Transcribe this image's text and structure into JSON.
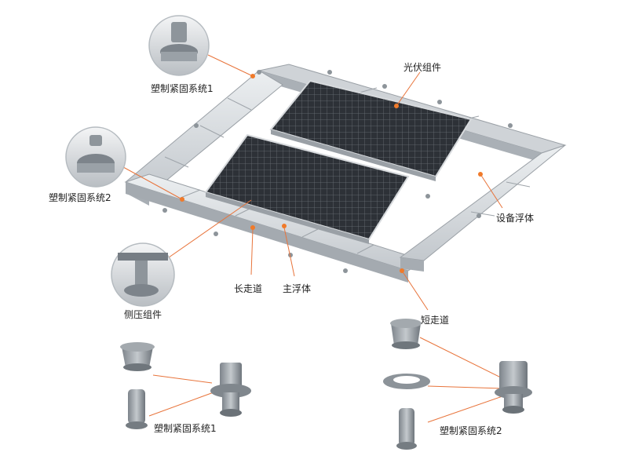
{
  "labels": {
    "tight_system_1_top": "塑制紧固系统1",
    "tight_system_2_left": "塑制紧固系统2",
    "side_press": "侧压组件",
    "pv_module": "光伏组件",
    "equipment_float": "设备浮体",
    "long_walkway": "长走道",
    "main_float": "主浮体",
    "short_walkway": "短走道",
    "tight_system_1_bottom": "塑制紧固系统1",
    "tight_system_2_bottom": "塑制紧固系统2"
  },
  "colors": {
    "leader_line": "#e8743b",
    "marker_dot": "#f07a2a",
    "float_light": "#e2e5e8",
    "float_mid": "#c9ced3",
    "float_dark": "#a6acb2",
    "panel_dark": "#2c3036",
    "panel_grid": "#6f747b"
  }
}
